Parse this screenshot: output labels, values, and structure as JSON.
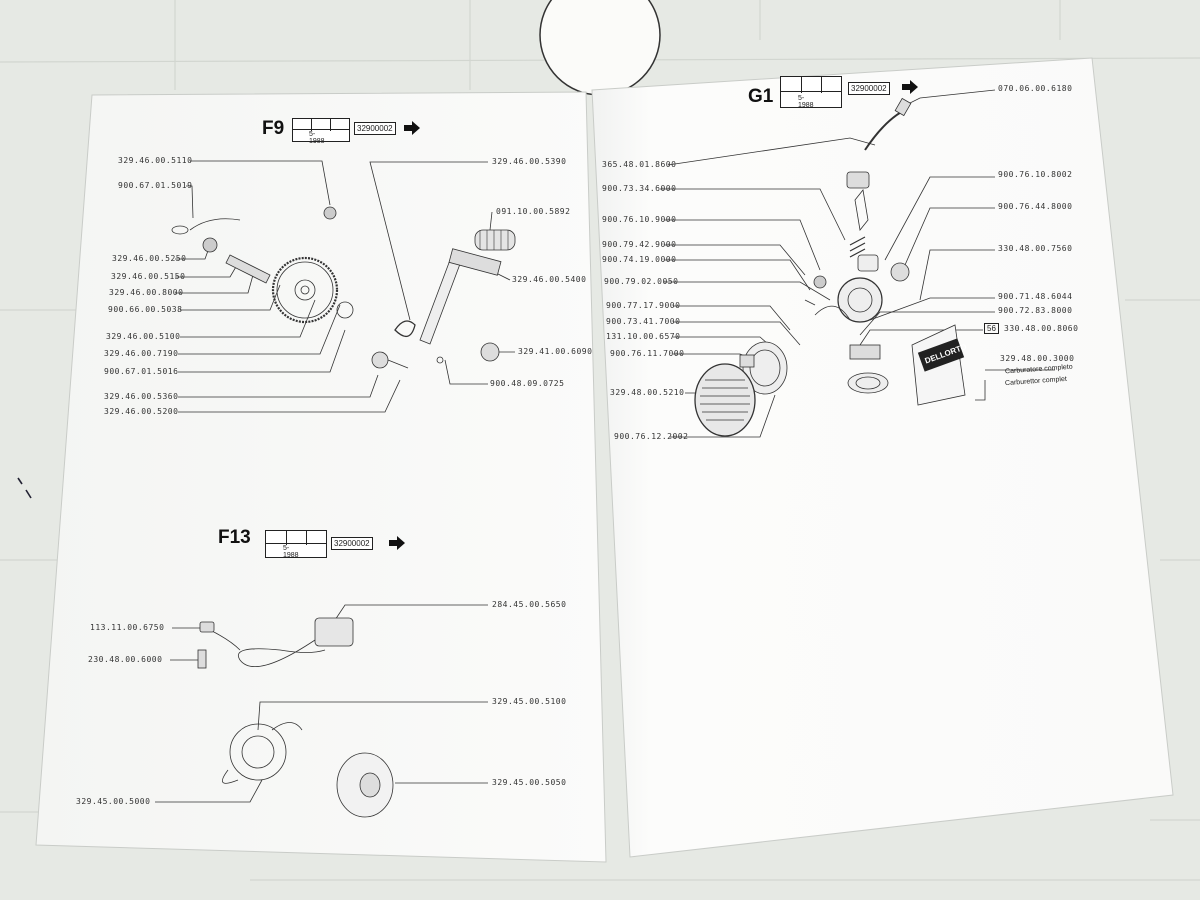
{
  "left_page": {
    "section_f9": {
      "title": "F9",
      "date": "5-1988",
      "frame_code": "32900002",
      "parts": [
        "329.46.00.5110",
        "900.67.01.5019",
        "329.46.00.5250",
        "329.46.00.5150",
        "329.46.00.8000",
        "900.66.00.5038",
        "329.46.00.5100",
        "329.46.00.7190",
        "900.67.01.5016",
        "329.46.00.5360",
        "329.46.00.5200",
        "329.46.00.5390",
        "091.10.00.5892",
        "329.46.00.5400",
        "329.41.00.6090",
        "900.48.09.0725"
      ]
    },
    "section_f13": {
      "title": "F13",
      "date": "5-1988",
      "frame_code": "32900002",
      "parts": [
        "284.45.00.5650",
        "113.11.00.6750",
        "230.48.00.6000",
        "329.45.00.5100",
        "329.45.00.5050",
        "329.45.00.5000"
      ]
    }
  },
  "right_page": {
    "section_g1": {
      "title": "G1",
      "date": "5-1988",
      "frame_code": "32900002",
      "parts": [
        "070.06.00.6180",
        "365.48.01.8600",
        "900.73.34.6000",
        "900.76.10.8002",
        "900.76.44.8000",
        "900.76.10.9000",
        "900.79.42.9000",
        "900.74.19.0000",
        "330.48.00.7560",
        "900.79.02.0050",
        "900.71.48.6044",
        "900.77.17.9000",
        "900.72.83.8000",
        "900.73.41.7000",
        "131.10.00.6570",
        "330.48.00.8060",
        "900.76.11.7000",
        "329.48.00.5210",
        "900.76.12.2002"
      ],
      "qty_badge": "56",
      "assembly_code": "329.48.00.3000",
      "assembly_name_it": "Carburatore completo",
      "assembly_name_fr": "Carburettor complet",
      "brand_logo": "DELLORTO"
    }
  }
}
